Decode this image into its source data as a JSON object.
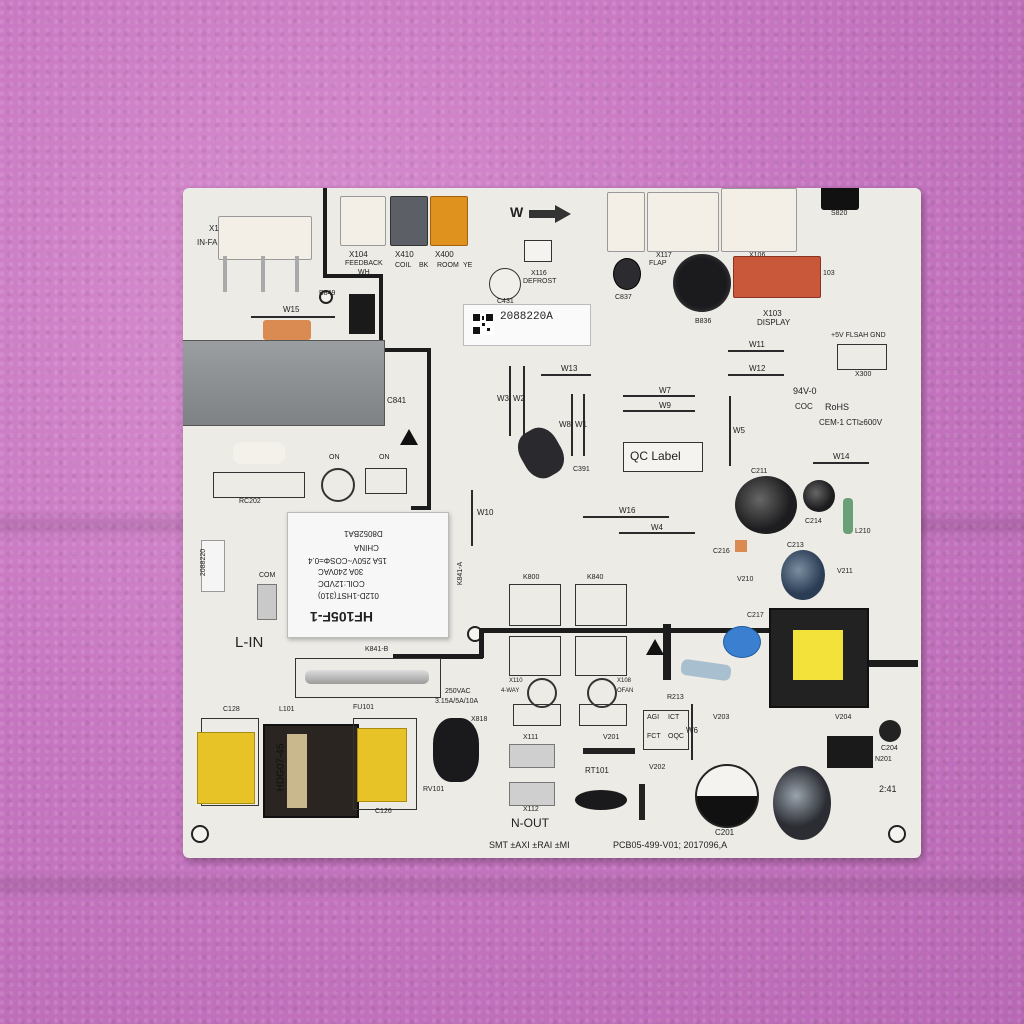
{
  "board": {
    "id_code": "2088220A",
    "qc_label": "QC Label",
    "part_number": "PCB05-499-V01; 2017096,A",
    "assembly_types": "SMT ±AXI ±RAI ±MI",
    "certification": {
      "flammability": "94V-0",
      "rohs": "RoHS",
      "cem": "CEM-1 CTI≥600V",
      "coc": "COC"
    },
    "side_label": "2088220"
  },
  "relay": {
    "model": "HF105F-1",
    "coil": "012D-1HST(310)",
    "coil_voltage": "COIL:12VDC",
    "rating_1": "30A 240VAC",
    "rating_2": "15A 250V~COSΦ=0.4",
    "origin": "CHINA",
    "batch": "D8052BA1"
  },
  "choke": {
    "marking": "HDG07-45"
  },
  "fuse": {
    "rating_1": "250VAC",
    "rating_2": "3.15A/5A/10A"
  },
  "silkscreen": {
    "w_arrow": "W",
    "feedback": "FEEDBACK",
    "wh": "WH",
    "coil": "COIL",
    "bk": "BK",
    "room": "ROOM",
    "ye": "YE",
    "defrost": "DEFROST",
    "flap": "FLAP",
    "display": "DISPLAY",
    "five_v": "+5V FLSAH GND",
    "l_in": "L-IN",
    "n_out": "N-OUT",
    "com": "COM",
    "four_way": "4-WAY",
    "ofan": "OFAN",
    "on_1": "ON",
    "on_2": "ON",
    "in_fa": "IN-FA",
    "agi": "AGI",
    "ict": "ICT",
    "fct": "FCT",
    "oqc": "OQC"
  },
  "refdes": {
    "x104": "X104",
    "x410": "X410",
    "x400": "X400",
    "x116": "X116",
    "x117": "X117",
    "x106": "X106",
    "x103": "X103",
    "x300": "X300",
    "x110": "X110",
    "x108": "X108",
    "x111": "X111",
    "x112": "X112",
    "x1": "X1",
    "x103b": "103",
    "c431": "C431",
    "c837": "C837",
    "b836": "B836",
    "c841": "C841",
    "c391": "C391",
    "c211": "C211",
    "c214": "C214",
    "c213": "C213",
    "c217": "C217",
    "c201": "C201",
    "c204": "C204",
    "c128": "C128",
    "c126": "C126",
    "c216": "C216",
    "l101": "L101",
    "l210": "L210",
    "fu101": "FU101",
    "rv101": "RV101",
    "rt101": "RT101",
    "k800": "K800",
    "k840": "K840",
    "k841a": "K841-A",
    "k841b": "K841-B",
    "x818": "X818",
    "rc202": "RC202",
    "r213": "R213",
    "v201": "V201",
    "v202": "V202",
    "v203": "V203",
    "v204": "V204",
    "v210": "V210",
    "v211": "V211",
    "n201": "N201",
    "s820": "S820",
    "b849": "B849",
    "w1": "W1",
    "w2": "W2",
    "w3": "W3",
    "w4": "W4",
    "w5": "W5",
    "w6": "W6",
    "w7": "W7",
    "w8": "W8",
    "w9": "W9",
    "w10": "W10",
    "w11": "W11",
    "w12": "W12",
    "w13": "W13",
    "w14": "W14",
    "w15": "W15",
    "w16": "W16",
    "side_num": "2:41"
  },
  "colors": {
    "cloth": "#c878c2",
    "board": "#ecebe6",
    "relay_body": "#f7f7f7",
    "transformer": "#8c8f92",
    "x-cap_yellow": "#e8c327",
    "connector_orange": "#e0921e",
    "connector_red": "#c9573a",
    "blue_cap": "#3b7fd1"
  }
}
